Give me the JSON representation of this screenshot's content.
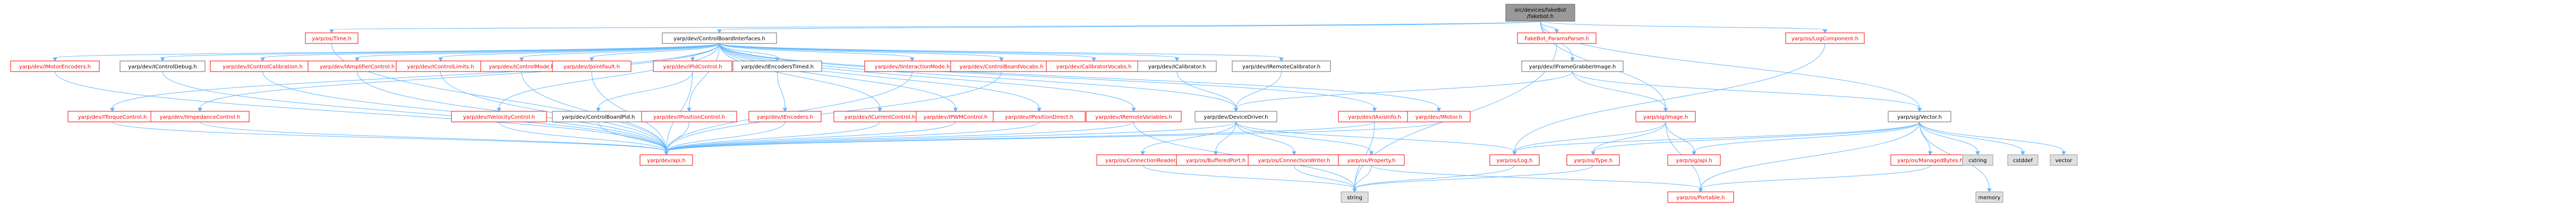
{
  "style": {
    "root_fill": "#999999",
    "root_stroke": "#666666",
    "link_fill": "#ffffff",
    "link_stroke": "#ff0000",
    "link_text": "#ff0000",
    "plain_fill": "#ffffff",
    "plain_stroke": "#666666",
    "plain_text": "#000000",
    "ext_fill": "#e0e0e0",
    "ext_stroke": "#999999",
    "ext_text": "#000000",
    "edge": "#63b8ff"
  },
  "nodes": [
    {
      "id": "root",
      "kind": "root",
      "lines": [
        "src/devices/fakeBot",
        "/fakebot.h"
      ]
    },
    {
      "id": "os_time",
      "kind": "link",
      "lines": [
        "yarp/os/Time.h"
      ]
    },
    {
      "id": "cbi",
      "kind": "plain",
      "lines": [
        "yarp/dev/ControlBoardInterfaces.h"
      ]
    },
    {
      "id": "fakebot_params",
      "kind": "link",
      "lines": [
        "FakeBot_ParamsParser.h"
      ]
    },
    {
      "id": "log_component",
      "kind": "link",
      "lines": [
        "yarp/os/LogComponent.h"
      ]
    },
    {
      "id": "motor_encoders",
      "kind": "link",
      "lines": [
        "yarp/dev/IMotorEncoders.h"
      ]
    },
    {
      "id": "control_debug",
      "kind": "plain",
      "lines": [
        "yarp/dev/IControlDebug.h"
      ]
    },
    {
      "id": "control_calibration",
      "kind": "link",
      "lines": [
        "yarp/dev/IControlCalibration.h"
      ]
    },
    {
      "id": "amplifier_control",
      "kind": "link",
      "lines": [
        "yarp/dev/IAmplifierControl.h"
      ]
    },
    {
      "id": "control_limits",
      "kind": "link",
      "lines": [
        "yarp/dev/IControlLimits.h"
      ]
    },
    {
      "id": "control_mode",
      "kind": "link",
      "lines": [
        "yarp/dev/IControlMode.h"
      ]
    },
    {
      "id": "joint_fault",
      "kind": "link",
      "lines": [
        "yarp/dev/IJointFault.h"
      ]
    },
    {
      "id": "pid_control",
      "kind": "link",
      "lines": [
        "yarp/dev/IPidControl.h"
      ]
    },
    {
      "id": "encoders_timed",
      "kind": "plain",
      "lines": [
        "yarp/dev/IEncodersTimed.h"
      ]
    },
    {
      "id": "interaction_mode",
      "kind": "link",
      "lines": [
        "yarp/dev/IInteractionMode.h"
      ]
    },
    {
      "id": "cb_vocabs",
      "kind": "link",
      "lines": [
        "yarp/dev/ControlBoardVocabs.h"
      ]
    },
    {
      "id": "calibrator_vocabs",
      "kind": "link",
      "lines": [
        "yarp/dev/CalibratorVocabs.h"
      ]
    },
    {
      "id": "icalibrator",
      "kind": "plain",
      "lines": [
        "yarp/dev/ICalibrator.h"
      ]
    },
    {
      "id": "remote_calibrator",
      "kind": "plain",
      "lines": [
        "yarp/dev/IRemoteCalibrator.h"
      ]
    },
    {
      "id": "frame_grabber_image",
      "kind": "plain",
      "lines": [
        "yarp/dev/IFrameGrabberImage.h"
      ]
    },
    {
      "id": "torque_control",
      "kind": "link",
      "lines": [
        "yarp/dev/ITorqueControl.h"
      ]
    },
    {
      "id": "impedance_control",
      "kind": "link",
      "lines": [
        "yarp/dev/IImpedanceControl.h"
      ]
    },
    {
      "id": "velocity_control",
      "kind": "link",
      "lines": [
        "yarp/dev/IVelocityControl.h"
      ]
    },
    {
      "id": "cb_pid",
      "kind": "plain",
      "lines": [
        "yarp/dev/ControlBoardPid.h"
      ]
    },
    {
      "id": "position_control",
      "kind": "link",
      "lines": [
        "yarp/dev/IPositionControl.h"
      ]
    },
    {
      "id": "iencoders",
      "kind": "link",
      "lines": [
        "yarp/dev/IEncoders.h"
      ]
    },
    {
      "id": "current_control",
      "kind": "link",
      "lines": [
        "yarp/dev/ICurrentControl.h"
      ]
    },
    {
      "id": "pwm_control",
      "kind": "link",
      "lines": [
        "yarp/dev/IPWMControl.h"
      ]
    },
    {
      "id": "position_direct",
      "kind": "link",
      "lines": [
        "yarp/dev/IPositionDirect.h"
      ]
    },
    {
      "id": "remote_variables",
      "kind": "link",
      "lines": [
        "yarp/dev/IRemoteVariables.h"
      ]
    },
    {
      "id": "device_driver",
      "kind": "plain",
      "lines": [
        "yarp/dev/DeviceDriver.h"
      ]
    },
    {
      "id": "axis_info",
      "kind": "link",
      "lines": [
        "yarp/dev/IAxisInfo.h"
      ]
    },
    {
      "id": "imotor",
      "kind": "link",
      "lines": [
        "yarp/dev/IMotor.h"
      ]
    },
    {
      "id": "sig_image",
      "kind": "link",
      "lines": [
        "yarp/sig/Image.h"
      ]
    },
    {
      "id": "sig_vector",
      "kind": "plain",
      "lines": [
        "yarp/sig/Vector.h"
      ]
    },
    {
      "id": "dev_api",
      "kind": "link",
      "lines": [
        "yarp/dev/api.h"
      ]
    },
    {
      "id": "conn_reader",
      "kind": "link",
      "lines": [
        "yarp/os/ConnectionReader.h"
      ]
    },
    {
      "id": "buffered_port",
      "kind": "link",
      "lines": [
        "yarp/os/BufferedPort.h"
      ]
    },
    {
      "id": "conn_writer",
      "kind": "link",
      "lines": [
        "yarp/os/ConnectionWriter.h"
      ]
    },
    {
      "id": "property",
      "kind": "link",
      "lines": [
        "yarp/os/Property.h"
      ]
    },
    {
      "id": "os_log",
      "kind": "link",
      "lines": [
        "yarp/os/Log.h"
      ]
    },
    {
      "id": "os_type",
      "kind": "link",
      "lines": [
        "yarp/os/Type.h"
      ]
    },
    {
      "id": "sig_api",
      "kind": "link",
      "lines": [
        "yarp/sig/api.h"
      ]
    },
    {
      "id": "managed_bytes",
      "kind": "link",
      "lines": [
        "yarp/os/ManagedBytes.h"
      ]
    },
    {
      "id": "cstring",
      "kind": "ext",
      "lines": [
        "cstring"
      ]
    },
    {
      "id": "cstddef",
      "kind": "ext",
      "lines": [
        "cstddef"
      ]
    },
    {
      "id": "vector",
      "kind": "ext",
      "lines": [
        "vector"
      ]
    },
    {
      "id": "string",
      "kind": "ext",
      "lines": [
        "string"
      ]
    },
    {
      "id": "portable",
      "kind": "link",
      "lines": [
        "yarp/os/Portable.h"
      ]
    },
    {
      "id": "memory",
      "kind": "ext",
      "lines": [
        "memory"
      ]
    }
  ],
  "edges": [
    [
      "root",
      "os_time"
    ],
    [
      "root",
      "cbi"
    ],
    [
      "root",
      "fakebot_params"
    ],
    [
      "root",
      "log_component"
    ],
    [
      "root",
      "frame_grabber_image"
    ],
    [
      "root",
      "sig_image"
    ],
    [
      "root",
      "sig_vector"
    ],
    [
      "cbi",
      "motor_encoders"
    ],
    [
      "cbi",
      "control_debug"
    ],
    [
      "cbi",
      "control_calibration"
    ],
    [
      "cbi",
      "amplifier_control"
    ],
    [
      "cbi",
      "control_limits"
    ],
    [
      "cbi",
      "control_mode"
    ],
    [
      "cbi",
      "joint_fault"
    ],
    [
      "cbi",
      "pid_control"
    ],
    [
      "cbi",
      "encoders_timed"
    ],
    [
      "cbi",
      "interaction_mode"
    ],
    [
      "cbi",
      "cb_vocabs"
    ],
    [
      "cbi",
      "calibrator_vocabs"
    ],
    [
      "cbi",
      "icalibrator"
    ],
    [
      "cbi",
      "remote_calibrator"
    ],
    [
      "cbi",
      "torque_control"
    ],
    [
      "cbi",
      "impedance_control"
    ],
    [
      "cbi",
      "velocity_control"
    ],
    [
      "cbi",
      "position_control"
    ],
    [
      "cbi",
      "current_control"
    ],
    [
      "cbi",
      "pwm_control"
    ],
    [
      "cbi",
      "position_direct"
    ],
    [
      "cbi",
      "remote_variables"
    ],
    [
      "cbi",
      "axis_info"
    ],
    [
      "cbi",
      "imotor"
    ],
    [
      "cbi",
      "device_driver"
    ],
    [
      "os_time",
      "dev_api"
    ],
    [
      "motor_encoders",
      "dev_api"
    ],
    [
      "control_debug",
      "dev_api"
    ],
    [
      "control_calibration",
      "dev_api"
    ],
    [
      "amplifier_control",
      "dev_api"
    ],
    [
      "control_limits",
      "dev_api"
    ],
    [
      "control_mode",
      "dev_api"
    ],
    [
      "joint_fault",
      "dev_api"
    ],
    [
      "pid_control",
      "cb_pid"
    ],
    [
      "pid_control",
      "dev_api"
    ],
    [
      "encoders_timed",
      "iencoders"
    ],
    [
      "interaction_mode",
      "dev_api"
    ],
    [
      "cb_vocabs",
      "dev_api"
    ],
    [
      "icalibrator",
      "device_driver"
    ],
    [
      "remote_calibrator",
      "device_driver"
    ],
    [
      "torque_control",
      "dev_api"
    ],
    [
      "impedance_control",
      "dev_api"
    ],
    [
      "velocity_control",
      "dev_api"
    ],
    [
      "cb_pid",
      "dev_api"
    ],
    [
      "position_control",
      "dev_api"
    ],
    [
      "iencoders",
      "dev_api"
    ],
    [
      "current_control",
      "dev_api"
    ],
    [
      "pwm_control",
      "dev_api"
    ],
    [
      "position_direct",
      "dev_api"
    ],
    [
      "remote_variables",
      "dev_api"
    ],
    [
      "axis_info",
      "dev_api"
    ],
    [
      "axis_info",
      "string"
    ],
    [
      "imotor",
      "dev_api"
    ],
    [
      "device_driver",
      "dev_api"
    ],
    [
      "device_driver",
      "conn_reader"
    ],
    [
      "device_driver",
      "buffered_port"
    ],
    [
      "device_driver",
      "conn_writer"
    ],
    [
      "device_driver",
      "property"
    ],
    [
      "device_driver",
      "os_log"
    ],
    [
      "frame_grabber_image",
      "device_driver"
    ],
    [
      "frame_grabber_image",
      "sig_image"
    ],
    [
      "frame_grabber_image",
      "sig_vector"
    ],
    [
      "fakebot_params",
      "string"
    ],
    [
      "log_component",
      "os_log"
    ],
    [
      "sig_image",
      "os_type"
    ],
    [
      "sig_image",
      "sig_api"
    ],
    [
      "sig_image",
      "os_log"
    ],
    [
      "sig_image",
      "portable"
    ],
    [
      "sig_vector",
      "managed_bytes"
    ],
    [
      "sig_vector",
      "cstring"
    ],
    [
      "sig_vector",
      "cstddef"
    ],
    [
      "sig_vector",
      "vector"
    ],
    [
      "sig_vector",
      "os_type"
    ],
    [
      "sig_vector",
      "sig_api"
    ],
    [
      "sig_vector",
      "os_log"
    ],
    [
      "sig_vector",
      "memory"
    ],
    [
      "sig_vector",
      "portable"
    ],
    [
      "conn_reader",
      "string"
    ],
    [
      "conn_writer",
      "string"
    ],
    [
      "property",
      "string"
    ],
    [
      "property",
      "portable"
    ],
    [
      "os_log",
      "string"
    ],
    [
      "os_type",
      "string"
    ],
    [
      "managed_bytes",
      "portable"
    ],
    [
      "remote_variables",
      "string"
    ]
  ]
}
